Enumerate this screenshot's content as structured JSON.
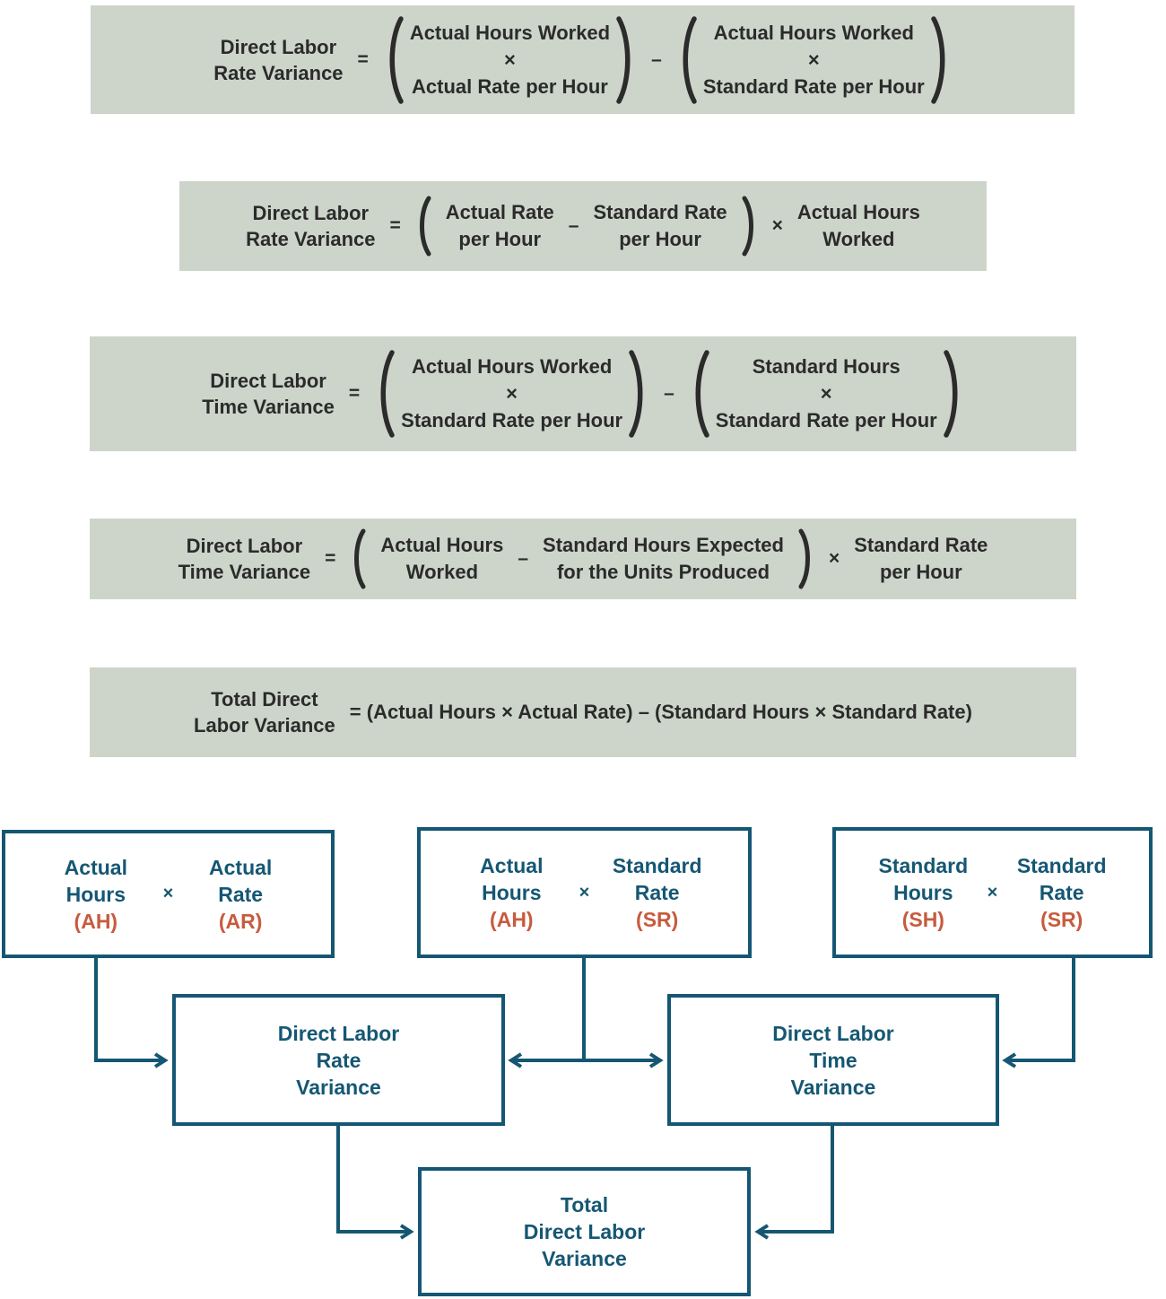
{
  "colors": {
    "band_background": "#cdd5ca",
    "formula_text": "#2b2b2b",
    "teal_accent": "#155773",
    "orange_accent": "#c75b3d",
    "page_background": "#ffffff"
  },
  "syms": {
    "equals": "=",
    "minus": "–",
    "times": "×"
  },
  "formulas": [
    {
      "label": [
        "Direct Labor",
        "Rate Variance"
      ],
      "g1": [
        "Actual Hours Worked",
        "×",
        "Actual Rate per Hour"
      ],
      "g2": [
        "Actual Hours Worked",
        "×",
        "Standard Rate per Hour"
      ]
    },
    {
      "label": [
        "Direct Labor",
        "Rate Variance"
      ],
      "t1": [
        "Actual Rate",
        "per Hour"
      ],
      "t2": [
        "Standard Rate",
        "per Hour"
      ],
      "t3": [
        "Actual Hours",
        "Worked"
      ]
    },
    {
      "label": [
        "Direct Labor",
        "Time Variance"
      ],
      "g1": [
        "Actual Hours Worked",
        "×",
        "Standard Rate per Hour"
      ],
      "g2": [
        "Standard Hours",
        "×",
        "Standard Rate per Hour"
      ]
    },
    {
      "label": [
        "Direct Labor",
        "Time Variance"
      ],
      "t1": [
        "Actual Hours",
        "Worked"
      ],
      "t2": [
        "Standard Hours Expected",
        "for the Units Produced"
      ],
      "t3": [
        "Standard Rate",
        "per Hour"
      ]
    },
    {
      "label": [
        "Total Direct",
        "Labor Variance"
      ],
      "body": "= (Actual Hours × Actual Rate) – (Standard Hours × Standard Rate)"
    }
  ],
  "flowchart": {
    "top_boxes": [
      {
        "left": [
          "Actual",
          "Hours",
          "(AH)"
        ],
        "op": "×",
        "right": [
          "Actual",
          "Rate",
          "(AR)"
        ]
      },
      {
        "left": [
          "Actual",
          "Hours",
          "(AH)"
        ],
        "op": "×",
        "right": [
          "Standard",
          "Rate",
          "(SR)"
        ]
      },
      {
        "left": [
          "Standard",
          "Hours",
          "(SH)"
        ],
        "op": "×",
        "right": [
          "Standard",
          "Rate",
          "(SR)"
        ]
      }
    ],
    "mid_boxes": [
      {
        "lines": [
          "Direct Labor",
          "Rate",
          "Variance"
        ]
      },
      {
        "lines": [
          "Direct Labor",
          "Time",
          "Variance"
        ]
      }
    ],
    "bottom_box": {
      "lines": [
        "Total",
        "Direct Labor",
        "Variance"
      ]
    }
  }
}
